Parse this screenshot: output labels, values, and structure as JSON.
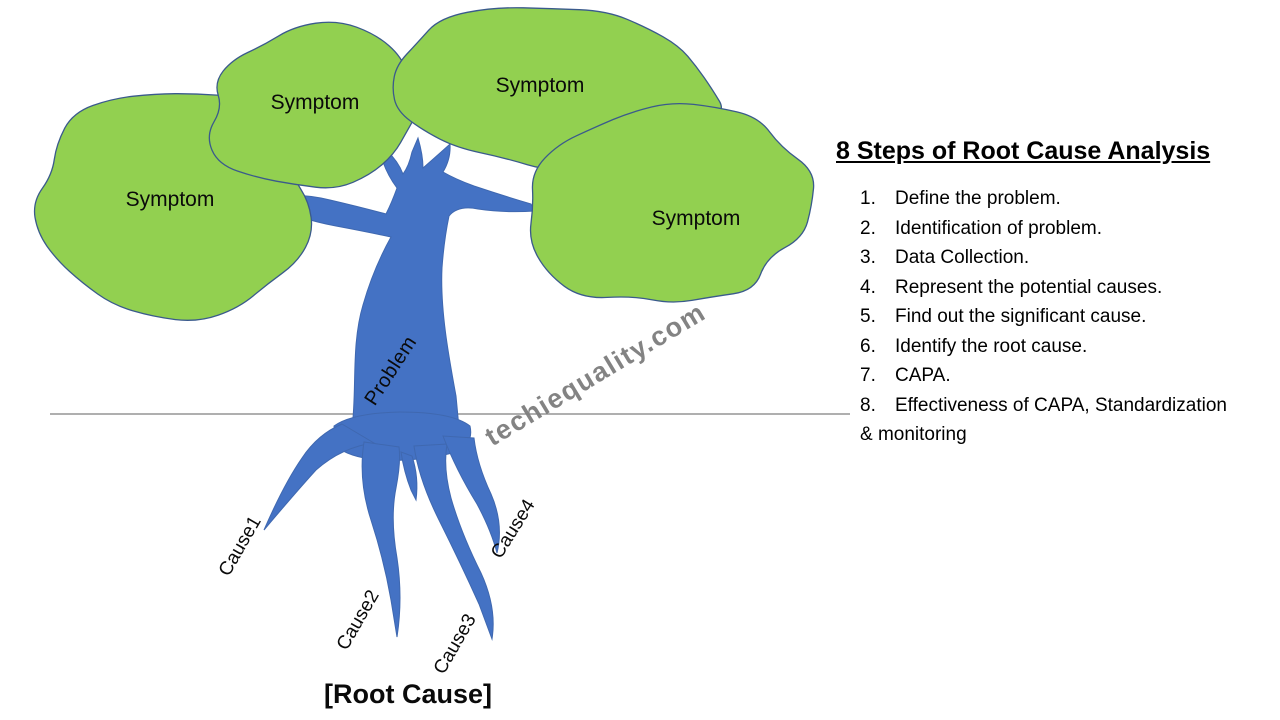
{
  "panel": {
    "title": "8 Steps of Root Cause Analysis",
    "steps": [
      {
        "num": "1.",
        "text": "Define the problem."
      },
      {
        "num": "2.",
        "text": "Identification of problem."
      },
      {
        "num": "3.",
        "text": "Data Collection."
      },
      {
        "num": "4.",
        "text": "Represent the potential causes."
      },
      {
        "num": "5.",
        "text": "Find out the significant cause."
      },
      {
        "num": "6.",
        "text": "Identify the root cause."
      },
      {
        "num": "7.",
        "text": "CAPA."
      },
      {
        "num": "8.",
        "text": "Effectiveness of CAPA, Standardization"
      }
    ],
    "step8_continuation": "& monitoring"
  },
  "tree": {
    "symptoms": [
      "Symptom",
      "Symptom",
      "Symptom",
      "Symptom"
    ],
    "trunk_label": "Problem",
    "causes": [
      "Cause1",
      "Cause2",
      "Cause3",
      "Cause4"
    ],
    "caption": "[Root Cause]"
  },
  "watermark": "techiequality.com",
  "colors": {
    "canopy": "#92D050",
    "canopy_outline": "#3A5A8C",
    "trunk": "#4472C4",
    "ground_line": "#7F7F7F",
    "watermark": "#BBBBBB",
    "text": "#000000"
  }
}
